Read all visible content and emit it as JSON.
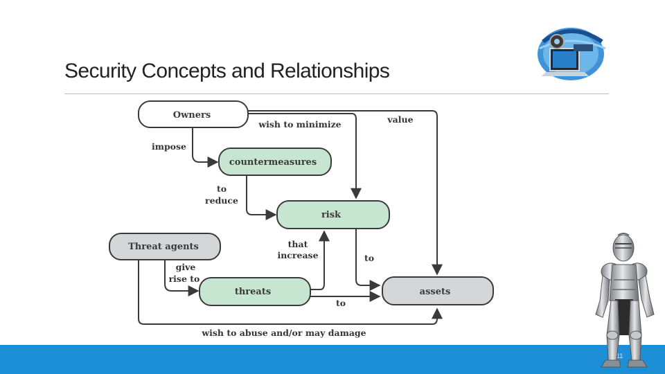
{
  "slide": {
    "title": "Security Concepts and Relationships",
    "slide_number": "11"
  },
  "logo": {
    "icon": "security-globe-laptop-logo"
  },
  "mascot": {
    "icon": "knight-armor-icon"
  },
  "diagram": {
    "nodes": {
      "owners": "Owners",
      "countermeasures": "countermeasures",
      "risk": "risk",
      "threat_agents": "Threat agents",
      "threats": "threats",
      "assets": "assets"
    },
    "edges": {
      "wish_to_minimize": "wish to minimize",
      "value": "value",
      "impose": "impose",
      "to_reduce_1": "to",
      "to_reduce_2": "reduce",
      "that_increase_1": "that",
      "that_increase_2": "increase",
      "to_risk_assets": "to",
      "give_rise_to_1": "give",
      "give_rise_to_2": "rise to",
      "to_threats_assets": "to",
      "wish_to_abuse": "wish to abuse and/or may damage"
    },
    "colors": {
      "owners_fill": "#ffffff",
      "green_fill": "#c6e6d2",
      "gray_fill": "#d5d6d8",
      "stroke": "#3a3a3a"
    }
  }
}
